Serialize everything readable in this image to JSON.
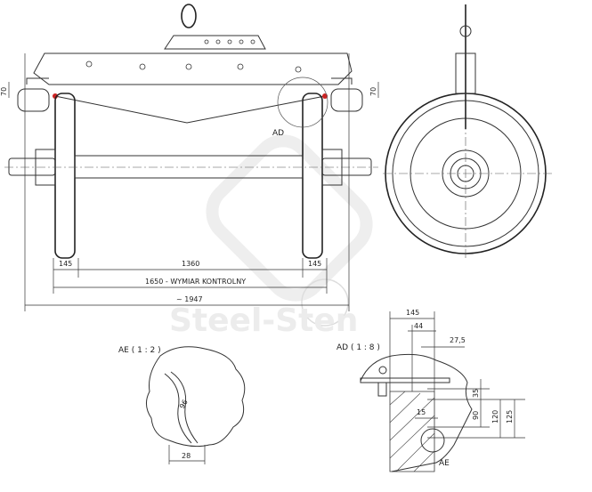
{
  "watermark": "Steel-Sten",
  "front_view": {
    "dims": {
      "flange_left": "145",
      "gauge_inner": "1360",
      "flange_right": "145",
      "control": "1650 - WYMIAR KONTROLNY",
      "overall": "~ 1947",
      "height_left": "70",
      "height_right": "70"
    },
    "detail_callout": "AD"
  },
  "detail_ae": {
    "title": "AE ( 1 : 2 )",
    "dims": {
      "radius": "96",
      "width": "28"
    }
  },
  "detail_ad": {
    "title": "AD ( 1 : 8 )",
    "dims": {
      "w145": "145",
      "w44": "44",
      "w27_5": "27,5",
      "h35": "35",
      "h90": "90",
      "h120": "120",
      "h125": "125",
      "w15": "15"
    },
    "callout": "AE"
  },
  "colors": {
    "line": "#333333",
    "accent_red": "#cc2222",
    "watermark": "#ececec"
  }
}
